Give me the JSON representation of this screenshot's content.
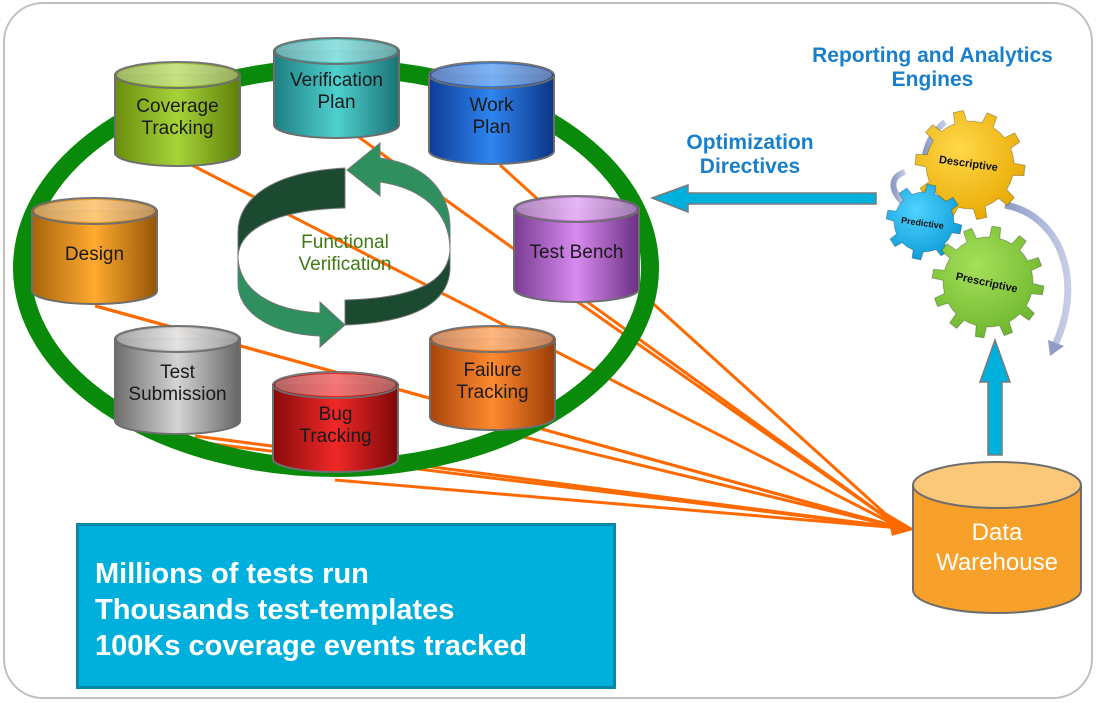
{
  "colors": {
    "ring": "#0a8a0a",
    "connector": "#ff6a00",
    "flow_arrow": "#00b0dc",
    "title_blue": "#1a7fc9"
  },
  "cylinders": [
    {
      "id": "verification-plan",
      "lines": [
        "Verification",
        "Plan"
      ],
      "color": "teal"
    },
    {
      "id": "coverage-tracking",
      "lines": [
        "Coverage",
        "Tracking"
      ],
      "color": "lime"
    },
    {
      "id": "work-plan",
      "lines": [
        "Work",
        "Plan"
      ],
      "color": "blue"
    },
    {
      "id": "design",
      "lines": [
        "Design"
      ],
      "color": "amber"
    },
    {
      "id": "test-bench",
      "lines": [
        "Test Bench"
      ],
      "color": "purple"
    },
    {
      "id": "test-submission",
      "lines": [
        "Test",
        "Submission"
      ],
      "color": "gray"
    },
    {
      "id": "failure-tracking",
      "lines": [
        "Failure",
        "Tracking"
      ],
      "color": "orange"
    },
    {
      "id": "bug-tracking",
      "lines": [
        "Bug",
        "Tracking"
      ],
      "color": "red"
    }
  ],
  "center_cycle": {
    "line1": "Functional",
    "line2": "Verification"
  },
  "data_warehouse": {
    "line1": "Data",
    "line2": "Warehouse"
  },
  "analytics": {
    "title_line1": "Reporting and Analytics",
    "title_line2": "Engines",
    "gears": {
      "descriptive": "Descriptive",
      "predictive": "Predictive",
      "prescriptive": "Prescriptive"
    }
  },
  "optimization": {
    "line1": "Optimization",
    "line2": "Directives"
  },
  "stats": {
    "line1": "Millions of tests run",
    "line2": "Thousands test-templates",
    "line3": "100Ks coverage events tracked"
  }
}
